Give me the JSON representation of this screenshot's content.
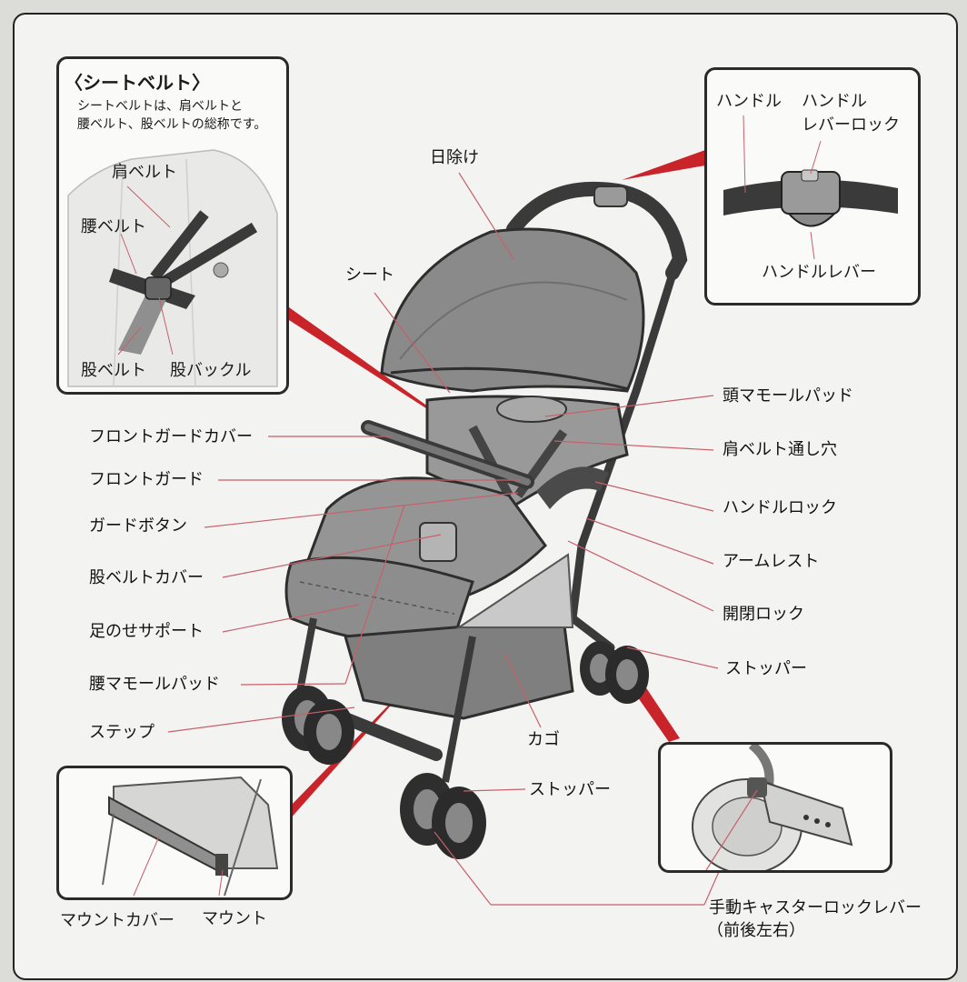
{
  "seatbelt_inset": {
    "title": "〈シートベルト〉",
    "description_line1": "シートベルトは、肩ベルトと",
    "description_line2": "腰ベルト、股ベルトの総称です。",
    "labels": {
      "shoulder_belt": "肩ベルト",
      "waist_belt": "腰ベルト",
      "crotch_belt": "股ベルト",
      "crotch_buckle": "股バックル"
    }
  },
  "handle_inset": {
    "labels": {
      "handle": "ハンドル",
      "handle_lever_lock_line1": "ハンドル",
      "handle_lever_lock_line2": "レバーロック",
      "handle_lever": "ハンドルレバー"
    }
  },
  "mount_inset": {
    "labels": {
      "mount_cover": "マウントカバー",
      "mount": "マウント"
    }
  },
  "parts": {
    "sunshade": "日除け",
    "seat": "シート",
    "head_pad": "頭マモールパッド",
    "shoulder_belt_hole": "肩ベルト通し穴",
    "handle_lock": "ハンドルロック",
    "armrest": "アームレスト",
    "open_close_lock": "開閉ロック",
    "stopper_front": "ストッパー",
    "front_guard_cover": "フロントガードカバー",
    "front_guard": "フロントガード",
    "guard_button": "ガードボタン",
    "crotch_belt_cover": "股ベルトカバー",
    "foot_support": "足のせサポート",
    "waist_pad": "腰マモールパッド",
    "step": "ステップ",
    "basket": "カゴ",
    "stopper_rear": "ストッパー",
    "caster_lock_line1": "手動キャスターロックレバー",
    "caster_lock_line2": "（前後左右）"
  },
  "colors": {
    "callout_red": "#c8242a",
    "leader_red": "#c7606a",
    "fabric": "#8a8a8a",
    "frame": "#3a3a3a"
  }
}
